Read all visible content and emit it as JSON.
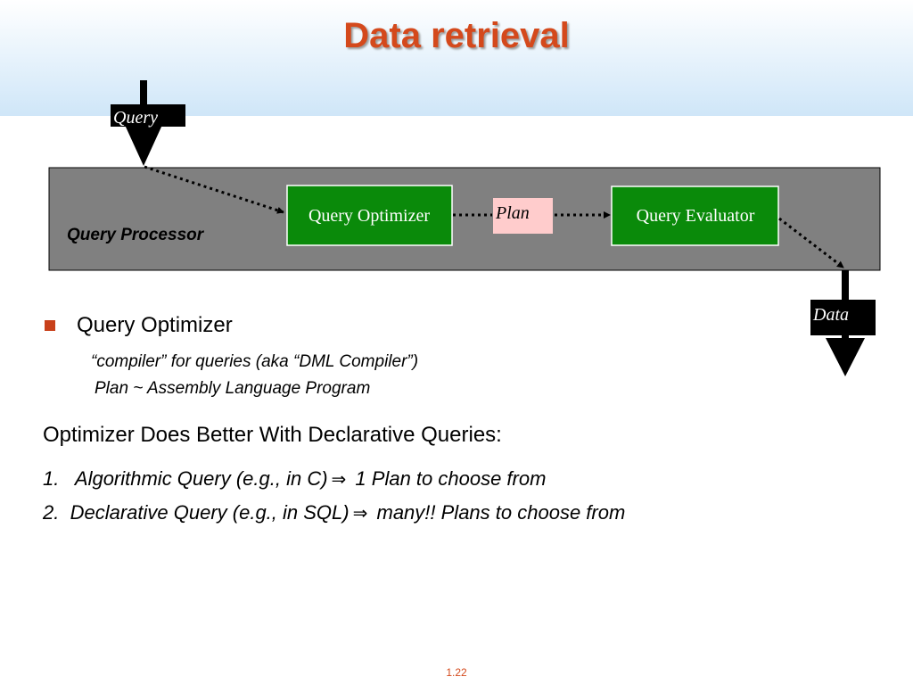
{
  "title": "Data retrieval",
  "diagram": {
    "input_label": "Query",
    "processor_label": "Query Processor",
    "optimizer_label": "Query Optimizer",
    "plan_label": "Plan",
    "evaluator_label": "Query Evaluator",
    "output_label": "Data"
  },
  "bullet": {
    "text": "Query Optimizer",
    "sub1": "“compiler” for queries (aka “DML Compiler”)",
    "sub2": "Plan ~ Assembly Language Program"
  },
  "section": {
    "heading": "Optimizer Does Better With Declarative Queries:",
    "items": [
      {
        "number": "1.",
        "lhs": "Algorithmic Query (e.g., in C)",
        "symbol": "⇒",
        "rhs": "1 Plan to choose from"
      },
      {
        "number": "2.",
        "lhs": "Declarative Query (e.g., in SQL)",
        "symbol": "⇒",
        "rhs": "many!! Plans to choose from"
      }
    ]
  },
  "colors": {
    "title": "#d4491c",
    "processor_fill": "#808080",
    "box_green": "#0a8a0a",
    "plan_fill": "#ffcccc"
  },
  "page_number": "1.22"
}
